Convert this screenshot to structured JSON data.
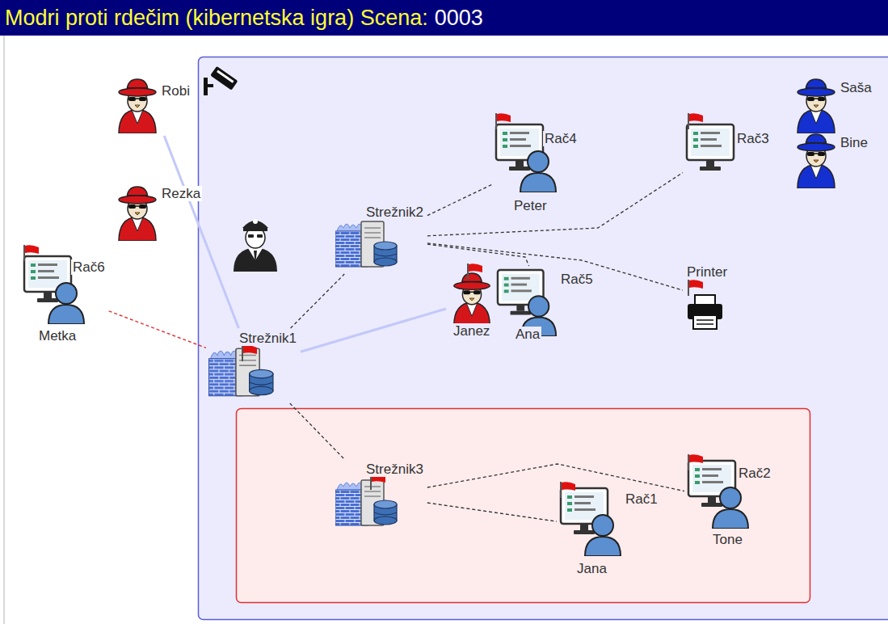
{
  "diagram": {
    "title": "Modri proti rdečim (kibernetska igra) Scena:",
    "nodes": [
      {
        "text": [
          "Robi"
        ]
      },
      {
        "text": [
          "Saša"
        ]
      },
      {
        "text": [
          "Bine"
        ]
      },
      {
        "text": [
          "Rač4",
          "Peter"
        ]
      },
      {
        "text": [
          "Rač3"
        ]
      },
      {
        "text": [
          "Rezka"
        ]
      },
      {
        "text": [
          "Strežnik2"
        ]
      },
      {
        "text": [
          "Rač6",
          "Metka"
        ]
      },
      {
        "text": [
          "Janez"
        ]
      },
      {
        "text": [
          "Rač5",
          "Ana"
        ]
      },
      {
        "text": [
          "Printer"
        ]
      },
      {
        "text": [
          "Strežnik1"
        ]
      },
      {
        "text": [
          "Strežnik3"
        ]
      },
      {
        "text": [
          "Rač1",
          "Jana"
        ]
      },
      {
        "text": [
          "Rač2",
          "Tone"
        ]
      }
    ],
    "edges": [
      {
        "from": 0,
        "to": 11,
        "arrow": "none"
      },
      {
        "from": 7,
        "to": 11,
        "arrow": "none"
      },
      {
        "from": 11,
        "to": 6,
        "arrow": "none"
      },
      {
        "from": 11,
        "to": 12,
        "arrow": "none"
      },
      {
        "from": 11,
        "to": 8,
        "arrow": "none"
      },
      {
        "from": 6,
        "to": 3,
        "arrow": "none"
      },
      {
        "from": 6,
        "to": 4,
        "arrow": "none"
      },
      {
        "from": 6,
        "to": 9,
        "arrow": "none"
      },
      {
        "from": 6,
        "to": 10,
        "arrow": "none"
      },
      {
        "from": 12,
        "to": 13,
        "arrow": "none"
      },
      {
        "from": 12,
        "to": 14,
        "arrow": "none"
      }
    ],
    "labels": [
      "0003"
    ]
  }
}
